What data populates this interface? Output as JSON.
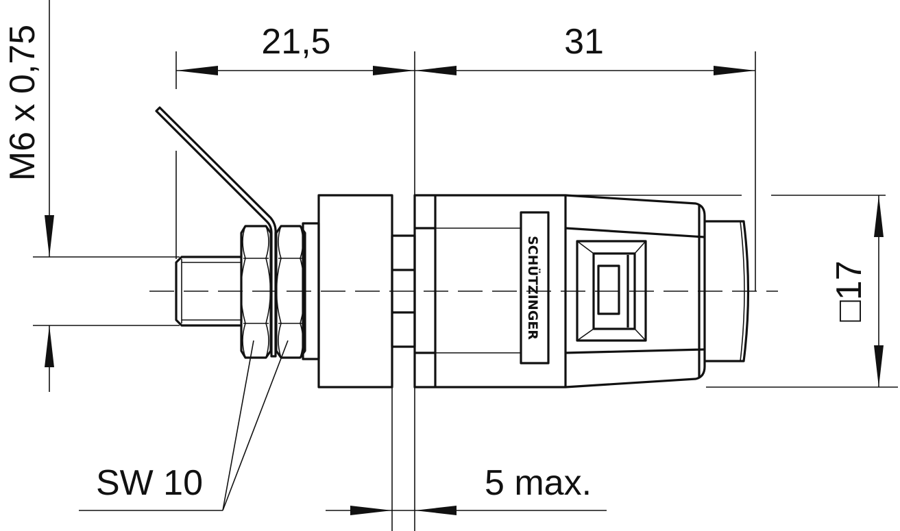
{
  "dimensions": {
    "length_left": "21,5",
    "length_right": "31",
    "thread": "M6 x 0,75",
    "square": "□17",
    "wrench_size": "SW 10",
    "max_panel": "5 max."
  },
  "logo": "SCHÜTZINGER"
}
